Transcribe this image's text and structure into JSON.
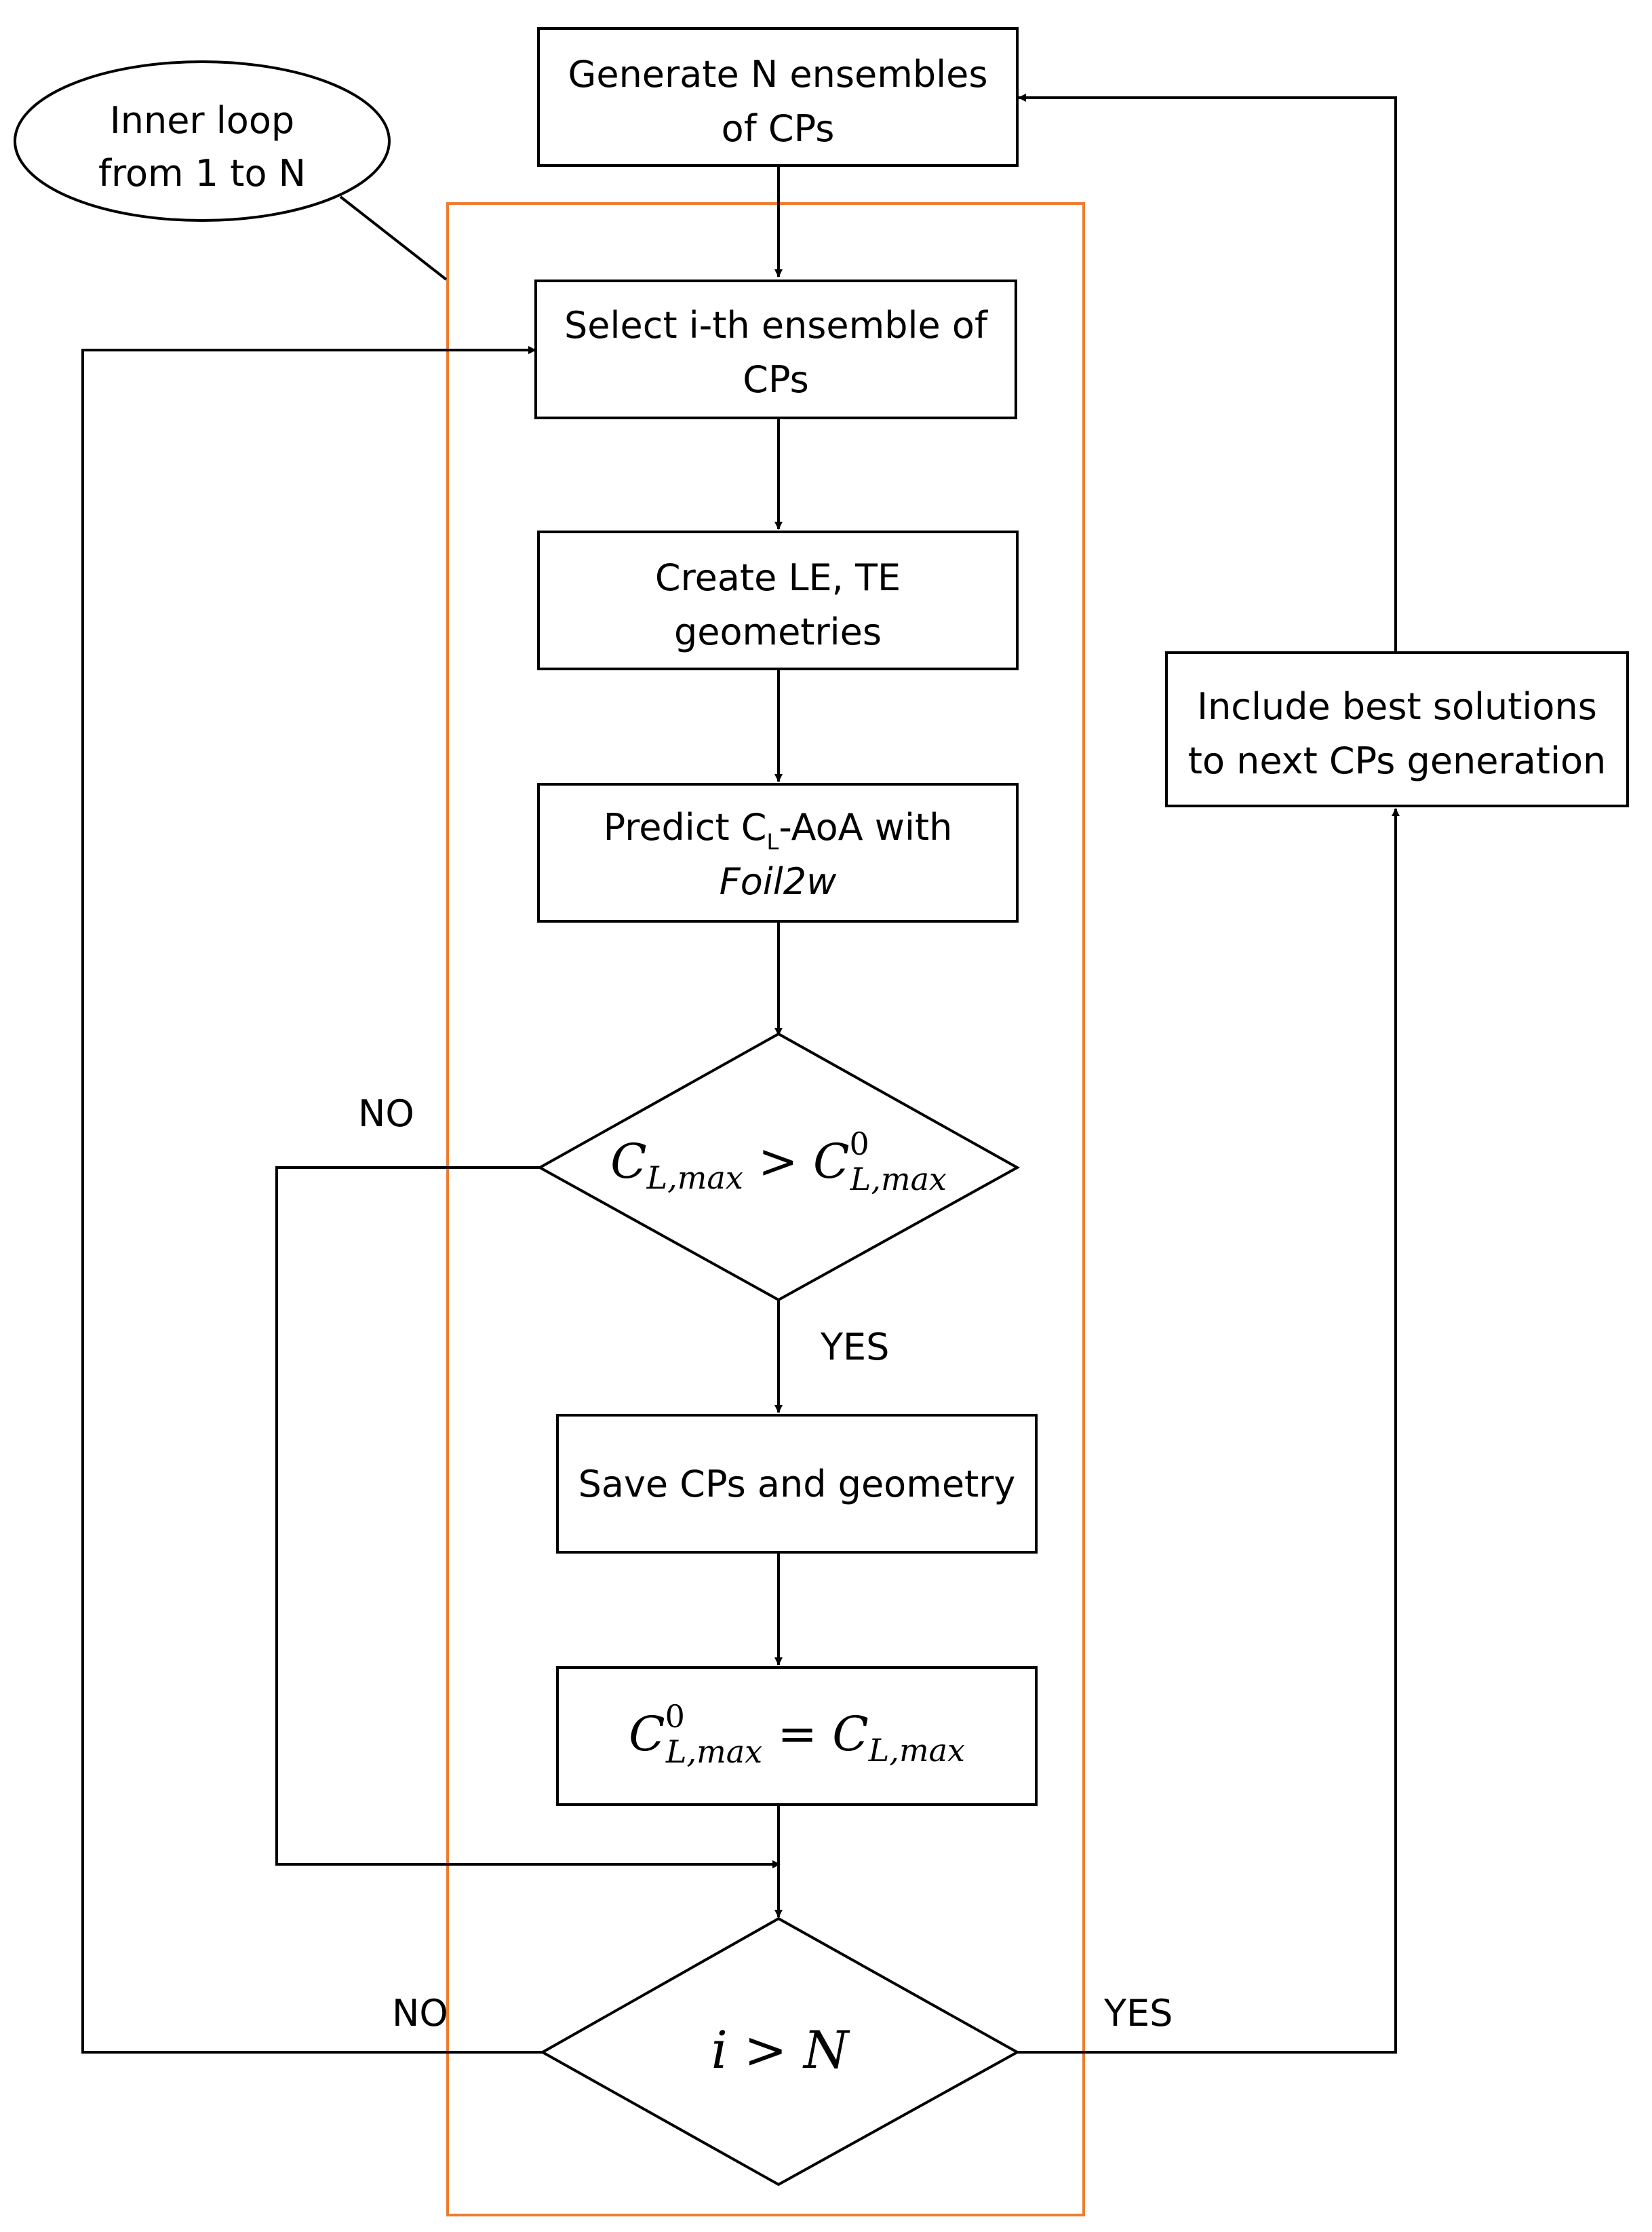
{
  "nodes": {
    "generate": {
      "line1": "Generate N ensembles",
      "line2": "of CPs"
    },
    "select": {
      "line1": "Select i-th ensemble of",
      "line2": "CPs"
    },
    "create": {
      "line1": "Create LE, TE",
      "line2": "geometries"
    },
    "predict": {
      "pre": "Predict C",
      "sub": "L",
      "post": "-AoA with",
      "line2": "Foil2w"
    },
    "decision1": {
      "lhs": "C",
      "lhs_sub": "L,max",
      "op": " > ",
      "rhs": "C",
      "rhs_sup": "0",
      "rhs_sub": "L,max"
    },
    "save": {
      "text": "Save CPs and geometry"
    },
    "assign": {
      "lhs": "C",
      "lhs_sup": "0",
      "lhs_sub": "L,max",
      "op": " = ",
      "rhs": "C",
      "rhs_sub": "L,max"
    },
    "decision2": {
      "text": "i > N"
    },
    "include": {
      "line1": "Include best solutions",
      "line2": "to next CPs generation"
    }
  },
  "callout": {
    "line1": "Inner loop",
    "line2": "from 1 to N"
  },
  "edge_labels": {
    "d1_no": "NO",
    "d1_yes": "YES",
    "d2_no": "NO",
    "d2_yes": "YES"
  },
  "colors": {
    "inner_loop_frame": "#ED7D31",
    "stroke": "#000000",
    "background": "#FFFFFF"
  }
}
